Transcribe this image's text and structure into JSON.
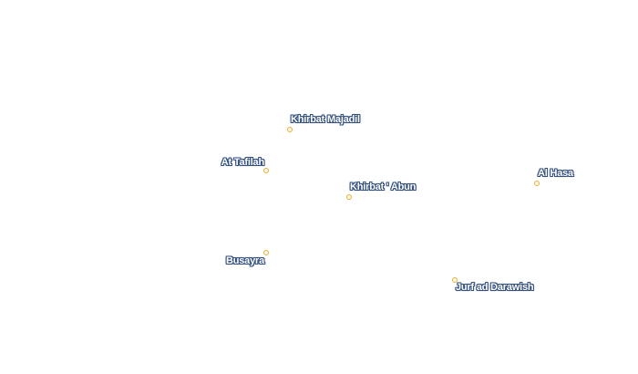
{
  "map": {
    "places": [
      {
        "id": "khirbat-majadil",
        "name": "Khirbat Majadil"
      },
      {
        "id": "at-tafilah",
        "name": "At Tafilah"
      },
      {
        "id": "khirbat-abun",
        "name": "Khirbat ' Abun"
      },
      {
        "id": "al-hasa",
        "name": "Al Hasa"
      },
      {
        "id": "busayra",
        "name": "Busayra"
      },
      {
        "id": "jurf-ad-darawish",
        "name": "Jurf ad Darawish"
      }
    ],
    "colors": {
      "marker": "#e6b03c",
      "label_fill": "#ffffff",
      "label_halo": "#34507f",
      "background": "#ffffff"
    }
  }
}
